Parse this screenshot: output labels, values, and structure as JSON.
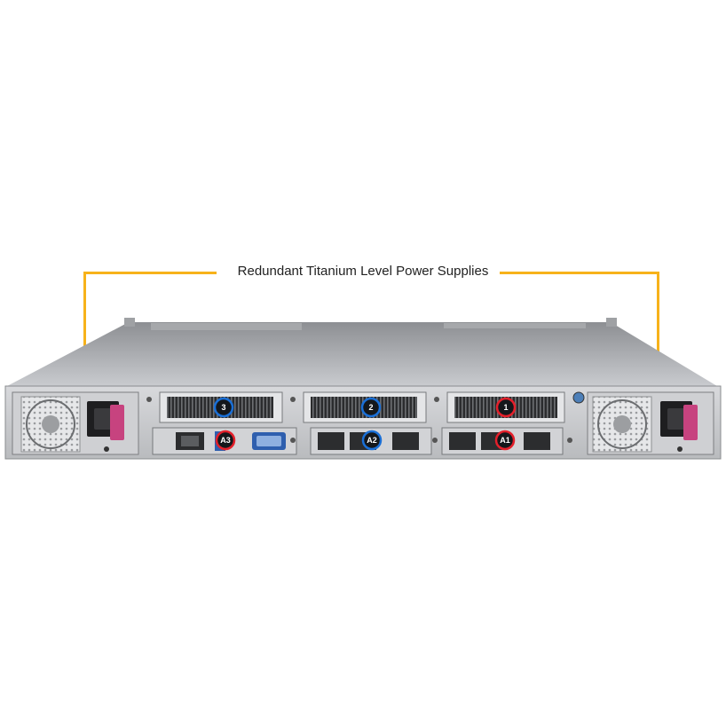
{
  "callout": {
    "label": "Redundant Titanium Level Power Supplies"
  },
  "colors": {
    "callout_line": "#f7b21a",
    "badge_blue": "#1a6fd6",
    "badge_red": "#e3202b"
  },
  "slots": {
    "slot_3": "3",
    "slot_2": "2",
    "slot_1": "1",
    "slot_a3": "A3",
    "slot_a2": "A2",
    "slot_a1": "A1"
  },
  "icons": [
    "power-supply-fan-icon",
    "power-inlet-icon",
    "ethernet-port-icon",
    "vga-port-icon"
  ]
}
